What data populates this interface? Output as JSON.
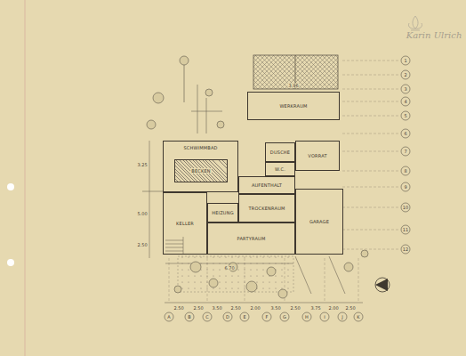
{
  "diagram": {
    "nodes": [
      {
        "text": [
          "SCHWIMMBAD"
        ]
      },
      {
        "text": [
          "BECKEN"
        ],
        "in": 0
      },
      {
        "text": [
          "WERKRAUM"
        ]
      },
      {
        "text": [
          "VORRAT"
        ]
      },
      {
        "text": [
          "DUSCHE"
        ]
      },
      {
        "text": [
          "W.C."
        ]
      },
      {
        "text": [
          "AUFENTHALT"
        ]
      },
      {
        "text": [
          "KELLER"
        ]
      },
      {
        "text": [
          "HEIZUNG"
        ]
      },
      {
        "text": [
          "TROCKENRAUM"
        ]
      },
      {
        "text": [
          "GARAGE"
        ]
      },
      {
        "text": [
          "PARTYRAUM"
        ]
      }
    ],
    "labels": [
      "1",
      "2",
      "3",
      "4",
      "5",
      "6",
      "7",
      "8",
      "9",
      "10",
      "11",
      "12",
      "A",
      "B",
      "C",
      "D",
      "E",
      "F",
      "G",
      "H",
      "I",
      "J",
      "K",
      "2.50",
      "2.50",
      "3.50",
      "2.50",
      "2.00",
      "3.50",
      "2.50",
      "3.75",
      "2.00",
      "2.50",
      "3.25",
      "5.00",
      "2.50",
      "6.70",
      "3.96",
      "Karin Ulrich"
    ]
  }
}
